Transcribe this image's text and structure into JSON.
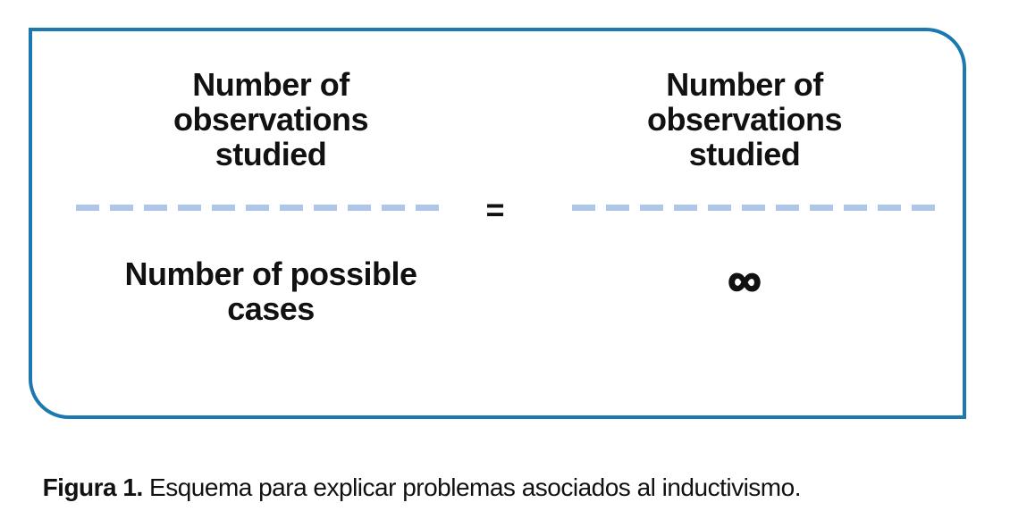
{
  "colors": {
    "border": "#1b78b0",
    "dash": "#aec7e8",
    "text": "#111111"
  },
  "figure": {
    "left_fraction": {
      "numerator": "Number of\nobservations\nstudied",
      "denominator": "Number of possible\ncases"
    },
    "equals": "=",
    "right_fraction": {
      "numerator": "Number of\nobservations\nstudied",
      "denominator_symbol": "∞"
    }
  },
  "caption": {
    "label": "Figura 1.",
    "text": " Esquema para explicar problemas asociados al inductivismo."
  }
}
